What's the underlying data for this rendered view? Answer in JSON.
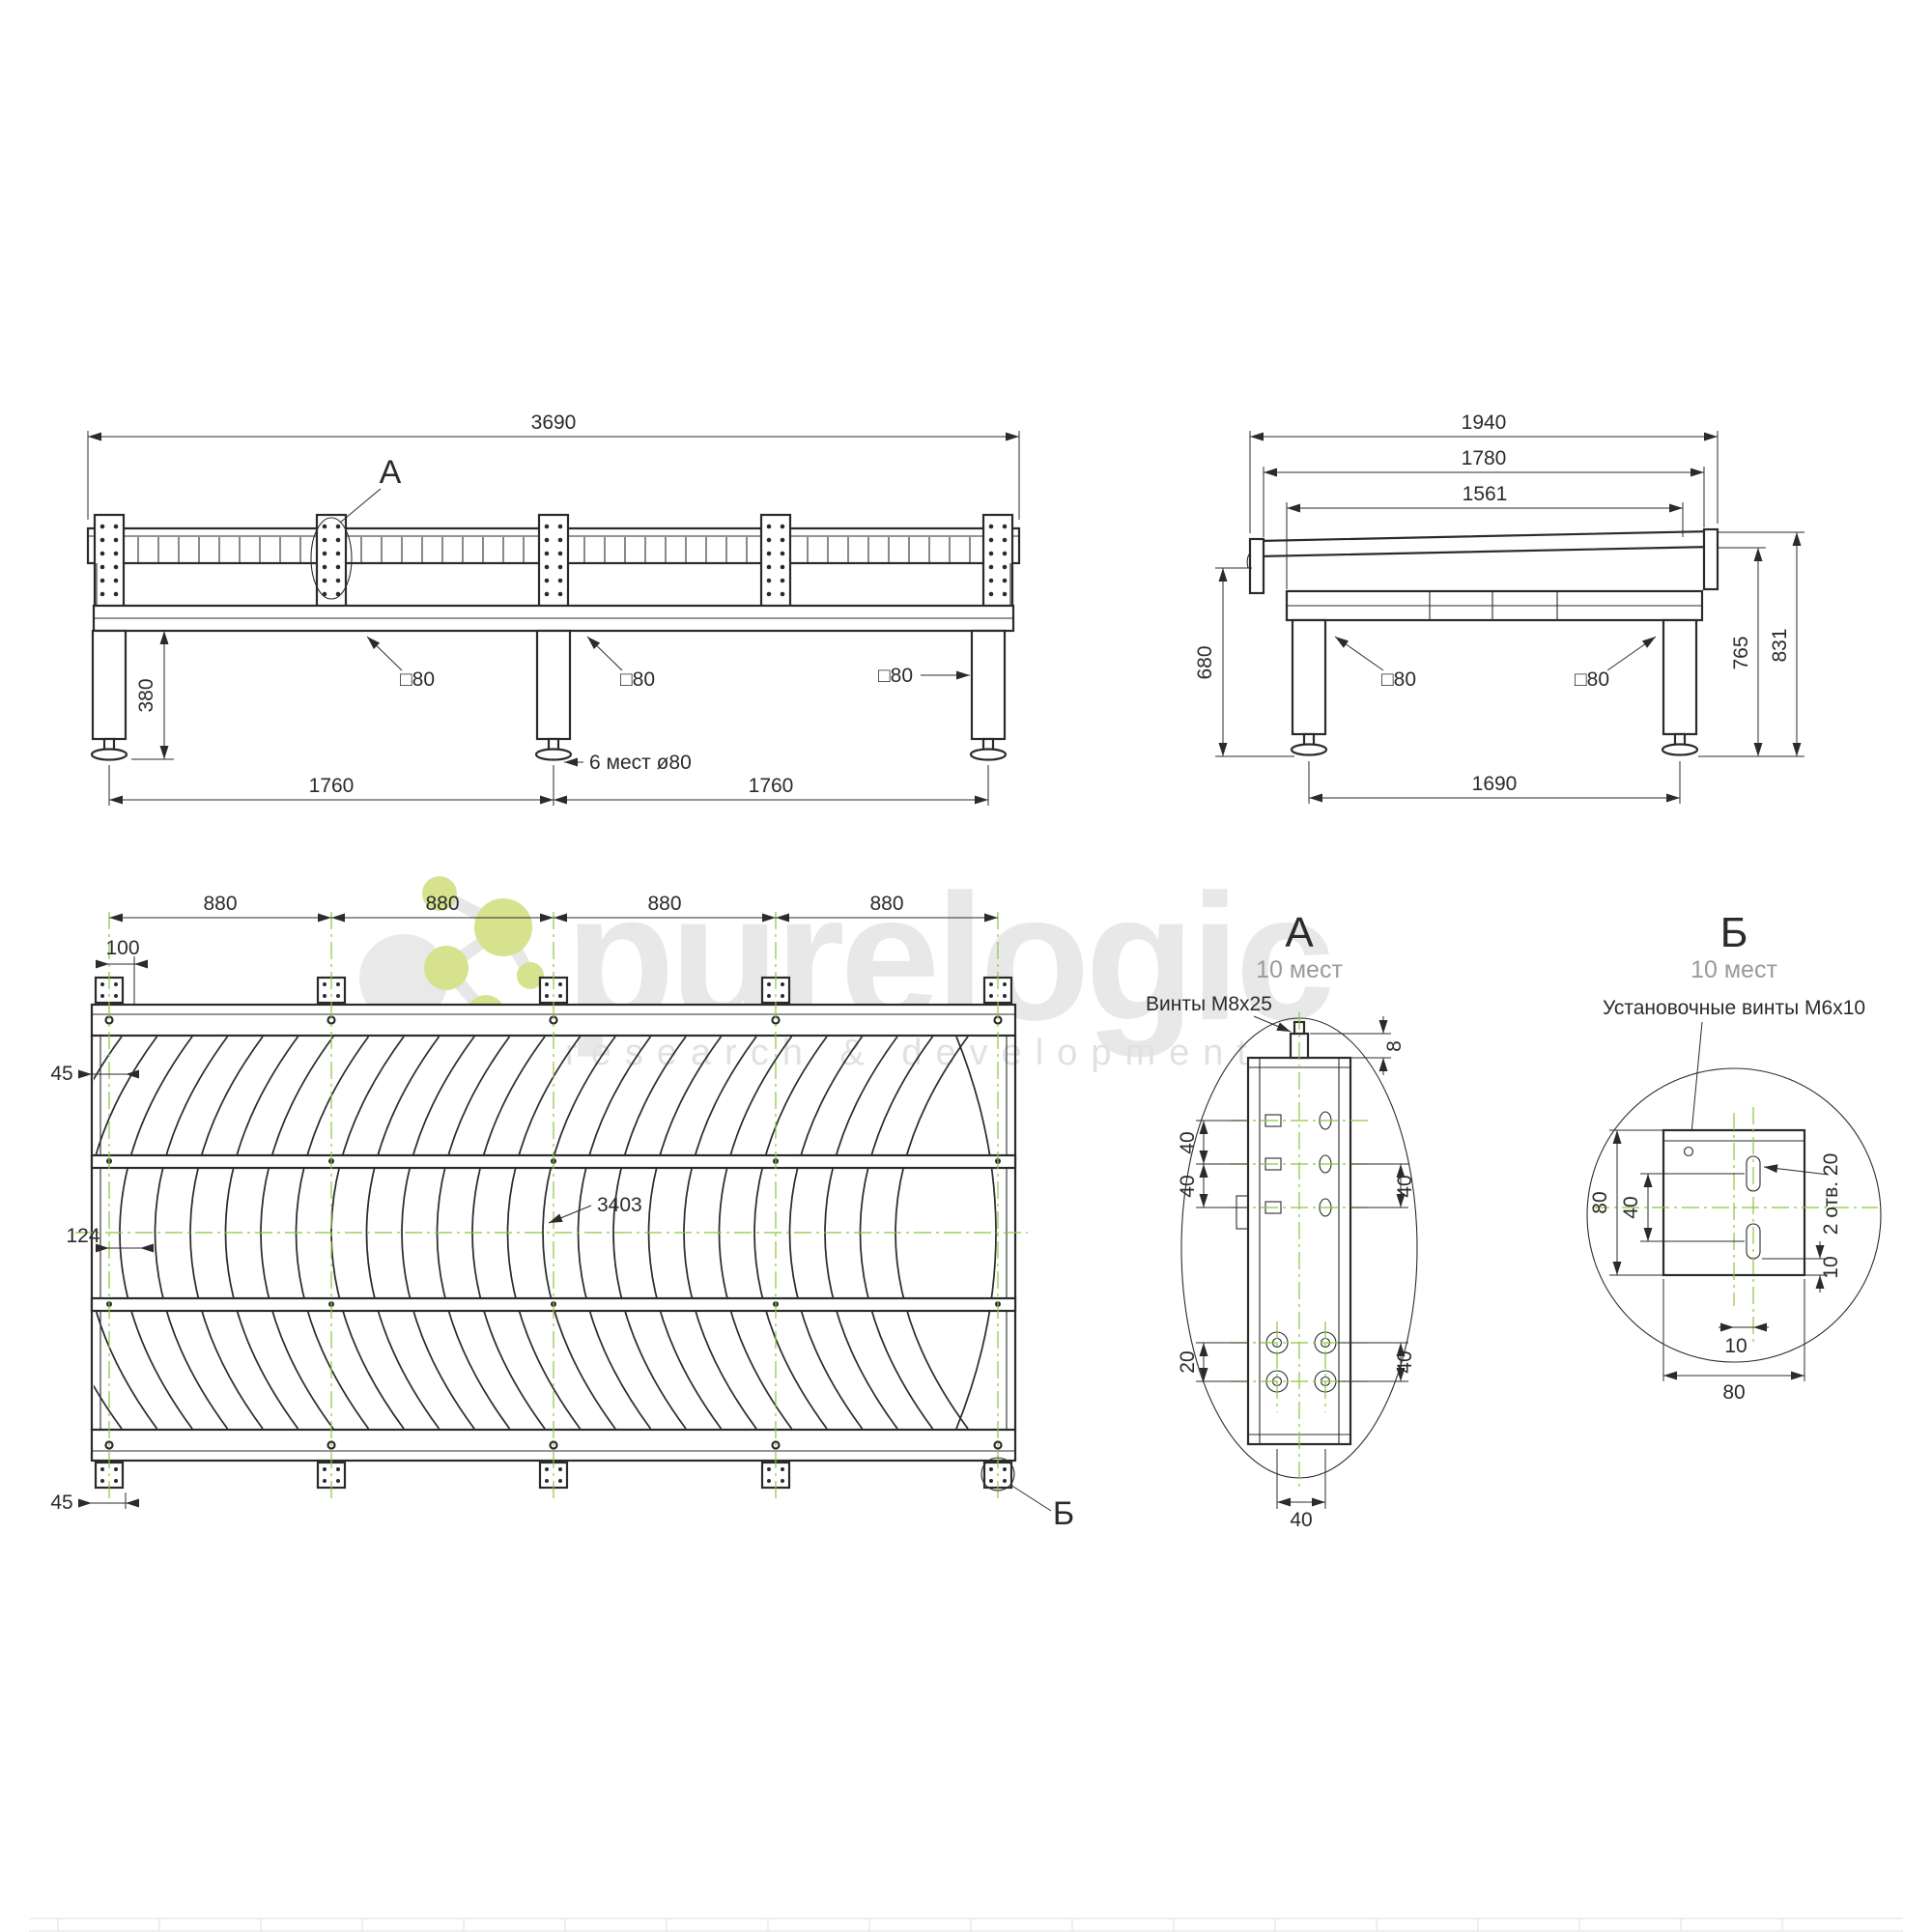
{
  "front_view": {
    "callout": "А",
    "dim_overall": "3690",
    "dim_leg_height": "380",
    "dim_square": "□80",
    "note_holes": "6 мест ø80",
    "dim_span_left": "1760",
    "dim_span_right": "1760"
  },
  "side_view": {
    "dim_overall": "1940",
    "dim_mid": "1780",
    "dim_inner": "1561",
    "dim_height_left": "680",
    "dim_square_left": "□80",
    "dim_square_right": "□80",
    "dim_height_mid": "765",
    "dim_height_right": "831",
    "dim_base": "1690"
  },
  "plan_view": {
    "dim_bay_1": "880",
    "dim_bay_2": "880",
    "dim_bay_3": "880",
    "dim_bay_4": "880",
    "dim_offset": "100",
    "dim_edge_top": "45",
    "dim_rib_spacing": "124",
    "dim_arc_length": "3403",
    "dim_edge_bottom": "45",
    "callout": "Б"
  },
  "detail_a": {
    "title": "А",
    "subtitle": "10 мест",
    "note": "Винты М8х25",
    "dim_screw": "8",
    "dims_left": [
      "40",
      "40",
      "20"
    ],
    "dims_right": [
      "40",
      "40"
    ],
    "dim_bottom": "40"
  },
  "detail_b": {
    "title": "Б",
    "subtitle": "10 мест",
    "note": "Установочные винты М6х10",
    "dim_height": "80",
    "dim_slot_span": "40",
    "dim_holes": "2 отв. 20",
    "dim_edge": "10",
    "dim_offset": "10",
    "dim_width": "80"
  },
  "watermark": {
    "brand": "purelogic",
    "tagline": "research & development"
  },
  "colors": {
    "line": "#2b2b2b",
    "centerline": "#8cc63f",
    "watermark_gray": "#d6d6d6",
    "logo_green": "#b5cc33"
  }
}
